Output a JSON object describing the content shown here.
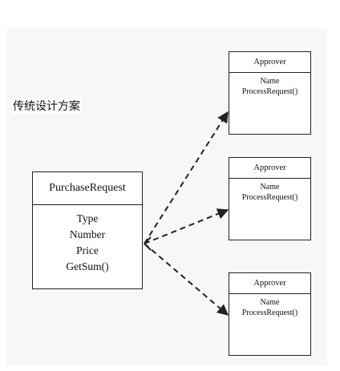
{
  "heading": "传统设计方案",
  "purchase_request": {
    "name": "PurchaseRequest",
    "members": [
      "Type",
      "Number",
      "Price",
      "GetSum()"
    ]
  },
  "approvers": [
    {
      "name": "Approver",
      "members": [
        "Name",
        "ProcessRequest()"
      ]
    },
    {
      "name": "Approver",
      "members": [
        "Name",
        "ProcessRequest()"
      ]
    },
    {
      "name": "Approver",
      "members": [
        "Name",
        "ProcessRequest()"
      ]
    }
  ],
  "connector_style": "dashed-arrow",
  "colors": {
    "line": "#222222",
    "background": "#f7f7f7",
    "box": "#ffffff"
  }
}
